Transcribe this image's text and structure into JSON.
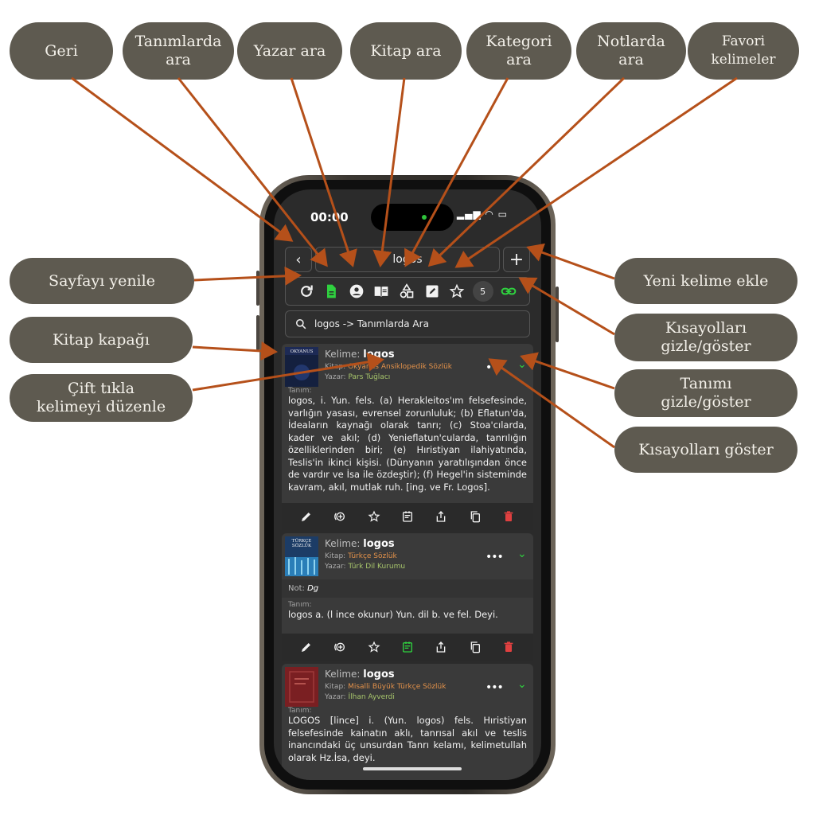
{
  "callouts": {
    "back": "Geri",
    "search_definitions": [
      "Tanımlarda",
      "ara"
    ],
    "search_author": "Yazar ara",
    "search_book": "Kitap ara",
    "search_category": [
      "Kategori",
      "ara"
    ],
    "search_notes": [
      "Notlarda",
      "ara"
    ],
    "favorite_words": [
      "Favori",
      "kelimeler"
    ],
    "refresh": "Sayfayı yenile",
    "book_cover": "Kitap kapağı",
    "double_click": [
      "Çift tıkla",
      "kelimeyi düzenle"
    ],
    "add_word": "Yeni kelime ekle",
    "toggle_shortcuts": [
      "Kısayolları",
      "gizle/göster"
    ],
    "toggle_definition": [
      "Tanımı",
      "gizle/göster"
    ],
    "show_shortcuts": "Kısayolları göster"
  },
  "status": {
    "time": "00:00"
  },
  "nav": {
    "back": "‹",
    "title": "logos",
    "add": "+"
  },
  "toolbar": {
    "count": "5"
  },
  "search": {
    "text": "logos -> Tanımlarda Ara"
  },
  "labels": {
    "word": "Kelime:",
    "book": "Kitap:",
    "author": "Yazar:",
    "definition": "Tanım:",
    "note": "Not:"
  },
  "entries": [
    {
      "word": "logos",
      "book": "Okyanus Ansiklopedik Sözlük",
      "author": "Pars Tuğlacı",
      "cover_text": "OKYANUS",
      "definition": "logos, i. Yun. fels. (a) Herakleitos'ım felsefesinde, varlığın yasası, evrensel zorunluluk; (b) Eflatun'da, İdeaların kaynağı olarak tanrı; (c) Stoa'cılarda, kader ve akıl; (d) Yenieflatun'cularda, tanrılığın özelliklerinden biri; (e) Hıristiyan ilahiyatında, Teslis'in ikinci kişisi. (Dünyanın yaratılışından önce de vardır ve İsa ile özdeştir); (f) Hegel'in sisteminde kavram, akıl, mutlak ruh. [ing. ve Fr. Logos]."
    },
    {
      "word": "logos",
      "book": "Türkçe Sözlük",
      "author": "Türk Dil Kurumu",
      "cover_text": "TÜRKÇE SÖZLÜK",
      "note": "Dg",
      "definition": "logos a. (l ince okunur) Yun. dil b. ve fel. Deyi."
    },
    {
      "word": "logos",
      "book": "Misalli Büyük Türkçe Sözlük",
      "author": "İlhan Ayverdi",
      "cover_text": "",
      "definition": "LOGOS [lince] i. (Yun. logos) fels. Hıristiyan felsefesinde kainatın aklı, tanrısal akıl ve teslis inancındaki üç unsurdan Tanrı kelamı, kelimetullah olarak Hz.İsa, deyi."
    }
  ],
  "colors": {
    "pill": "#5e5a50",
    "arrow": "#b5501a",
    "accent_green": "#2fd13f",
    "book_orange": "#e2914a",
    "author_green": "#a8c66c",
    "delete_red": "#e04040"
  }
}
